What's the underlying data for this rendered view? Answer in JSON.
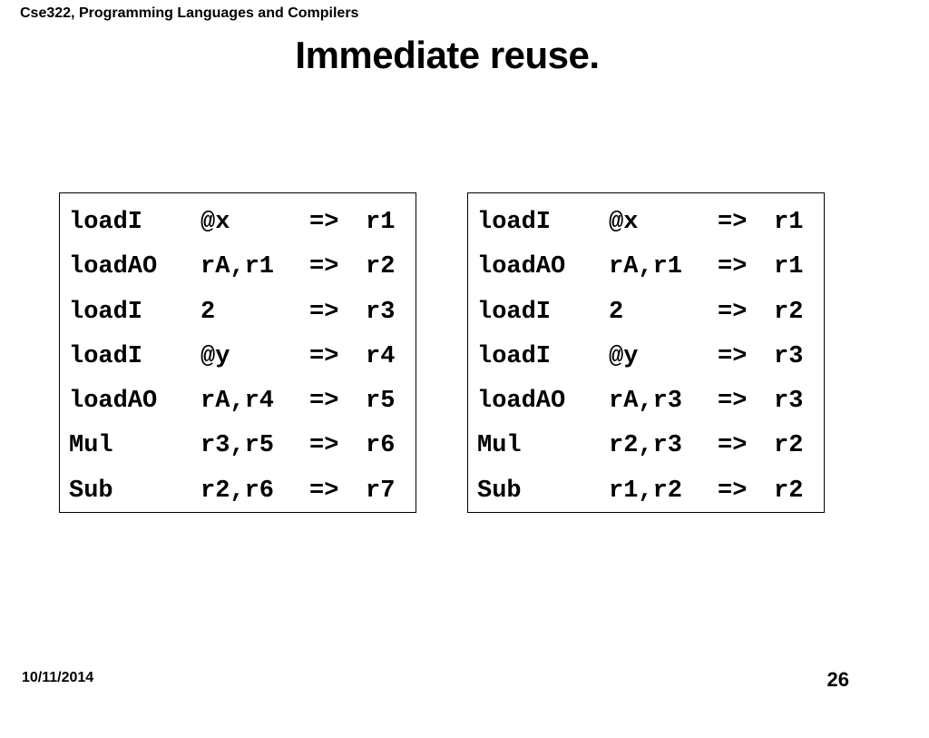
{
  "header": {
    "course": "Cse322, Programming Languages and Compilers"
  },
  "slide": {
    "title": "Immediate reuse."
  },
  "code_before": [
    {
      "op": "loadI",
      "args": "@x",
      "arrow": "=>",
      "dest": "r1"
    },
    {
      "op": "loadAO",
      "args": "rA,r1",
      "arrow": "=>",
      "dest": "r2"
    },
    {
      "op": "loadI",
      "args": "2",
      "arrow": "=>",
      "dest": "r3"
    },
    {
      "op": "loadI",
      "args": "@y",
      "arrow": "=>",
      "dest": "r4"
    },
    {
      "op": "loadAO",
      "args": "rA,r4",
      "arrow": "=>",
      "dest": "r5"
    },
    {
      "op": "Mul",
      "args": "r3,r5",
      "arrow": "=>",
      "dest": "r6"
    },
    {
      "op": "Sub",
      "args": "r2,r6",
      "arrow": "=>",
      "dest": "r7"
    }
  ],
  "code_after": [
    {
      "op": "loadI",
      "args": "@x",
      "arrow": "=>",
      "dest": "r1"
    },
    {
      "op": "loadAO",
      "args": "rA,r1",
      "arrow": "=>",
      "dest": "r1"
    },
    {
      "op": "loadI",
      "args": "2",
      "arrow": "=>",
      "dest": "r2"
    },
    {
      "op": "loadI",
      "args": "@y",
      "arrow": "=>",
      "dest": "r3"
    },
    {
      "op": "loadAO",
      "args": "rA,r3",
      "arrow": "=>",
      "dest": "r3"
    },
    {
      "op": "Mul",
      "args": "r2,r3",
      "arrow": "=>",
      "dest": "r2"
    },
    {
      "op": "Sub",
      "args": "r1,r2",
      "arrow": "=>",
      "dest": "r2"
    }
  ],
  "footer": {
    "date": "10/11/2014",
    "page": "26"
  }
}
